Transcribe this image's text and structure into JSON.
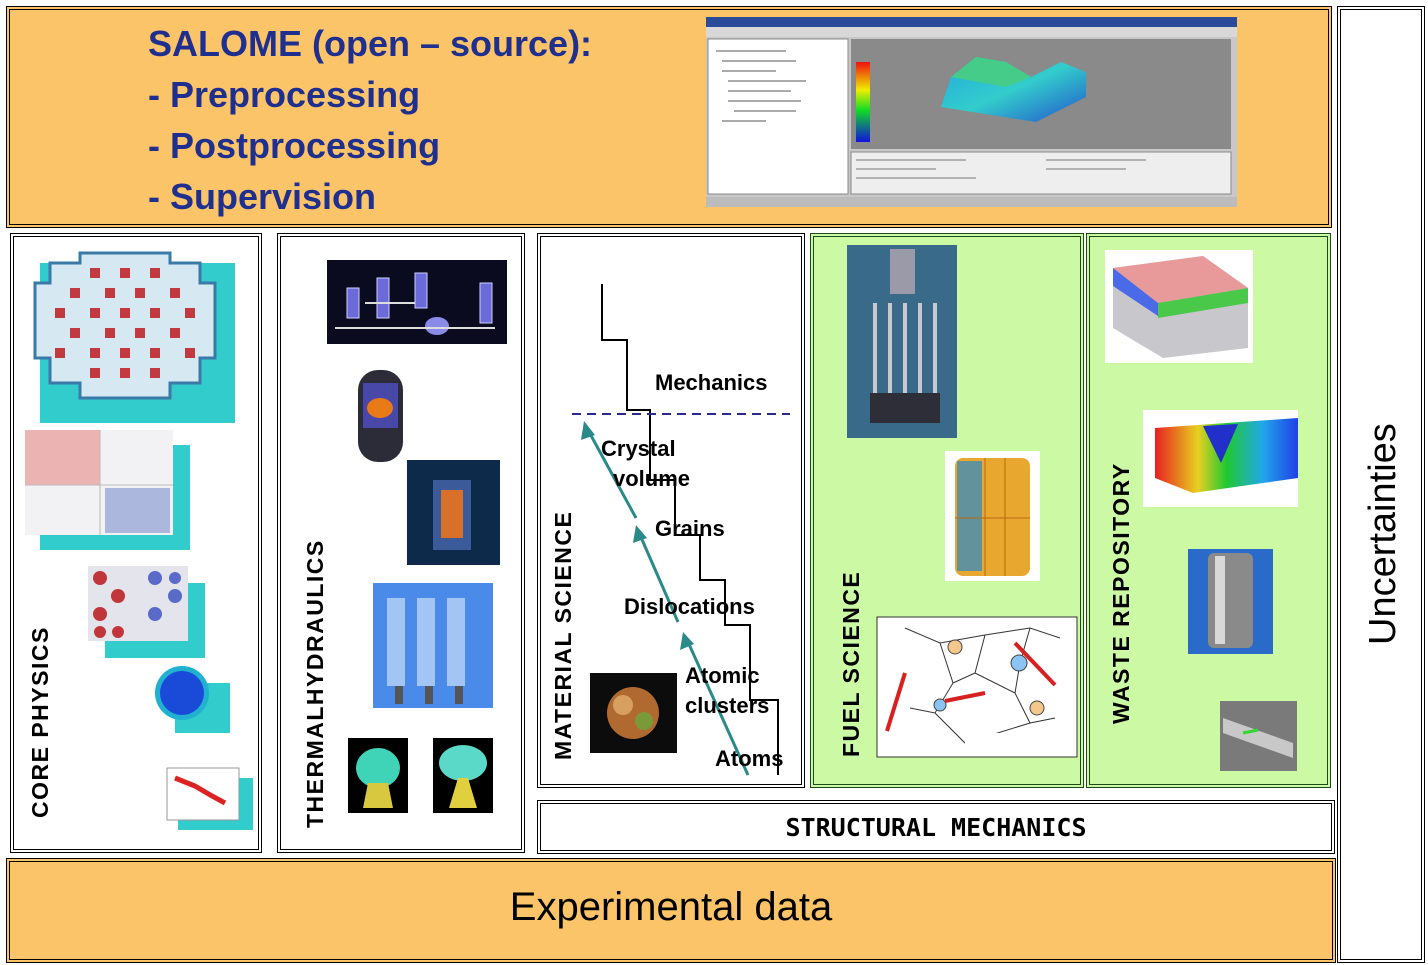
{
  "salome": {
    "title": "SALOME (open – source):",
    "items": [
      "- Preprocessing",
      "- Postprocessing",
      "- Supervision"
    ]
  },
  "columns": {
    "core_physics": "CORE PHYSICS",
    "thermalhydraulics": "THERMALHYDRAULICS",
    "material_science": "MATERIAL SCIENCE",
    "fuel_science": "FUEL SCIENCE",
    "waste_repository": "WASTE REPOSITORY"
  },
  "material_scale": {
    "mechanics": "Mechanics",
    "crystal_volume": [
      "Crystal",
      "volume"
    ],
    "grains": "Grains",
    "dislocations": "Dislocations",
    "atomic_clusters": [
      "Atomic",
      "clusters"
    ],
    "atoms": "Atoms"
  },
  "structural_mechanics": "STRUCTURAL MECHANICS",
  "experimental_data": "Experimental data",
  "uncertainties": "Uncertainties",
  "colors": {
    "orange": "#fbc468",
    "green": "#ccf9a4",
    "salome_text": "#1f2f8f",
    "teal": "#33cccc"
  }
}
